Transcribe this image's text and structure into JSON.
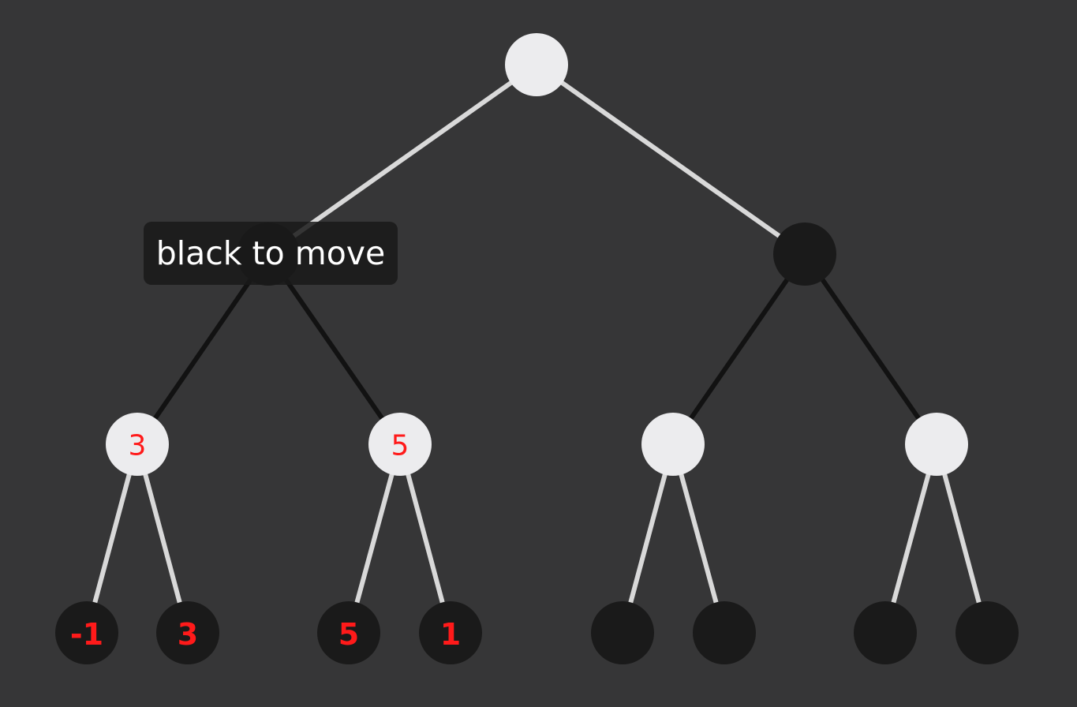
{
  "colors": {
    "background": "#363637",
    "white_node": "#ececee",
    "black_node": "#1a1a1a",
    "edge_from_white": "#d9d9d9",
    "edge_from_black": "#121212",
    "value_text": "#ff1a1a"
  },
  "tooltip": {
    "text": "black to move"
  },
  "tree": {
    "root": {
      "color": "white",
      "value": ""
    },
    "level1": [
      {
        "color": "black",
        "value": ""
      },
      {
        "color": "black",
        "value": ""
      }
    ],
    "level2": [
      {
        "color": "white",
        "value": "3"
      },
      {
        "color": "white",
        "value": "5"
      },
      {
        "color": "white",
        "value": ""
      },
      {
        "color": "white",
        "value": ""
      }
    ],
    "level3": [
      {
        "color": "black",
        "value": "-1"
      },
      {
        "color": "black",
        "value": "3"
      },
      {
        "color": "black",
        "value": "5"
      },
      {
        "color": "black",
        "value": "1"
      },
      {
        "color": "black",
        "value": ""
      },
      {
        "color": "black",
        "value": ""
      },
      {
        "color": "black",
        "value": ""
      },
      {
        "color": "black",
        "value": ""
      }
    ]
  }
}
